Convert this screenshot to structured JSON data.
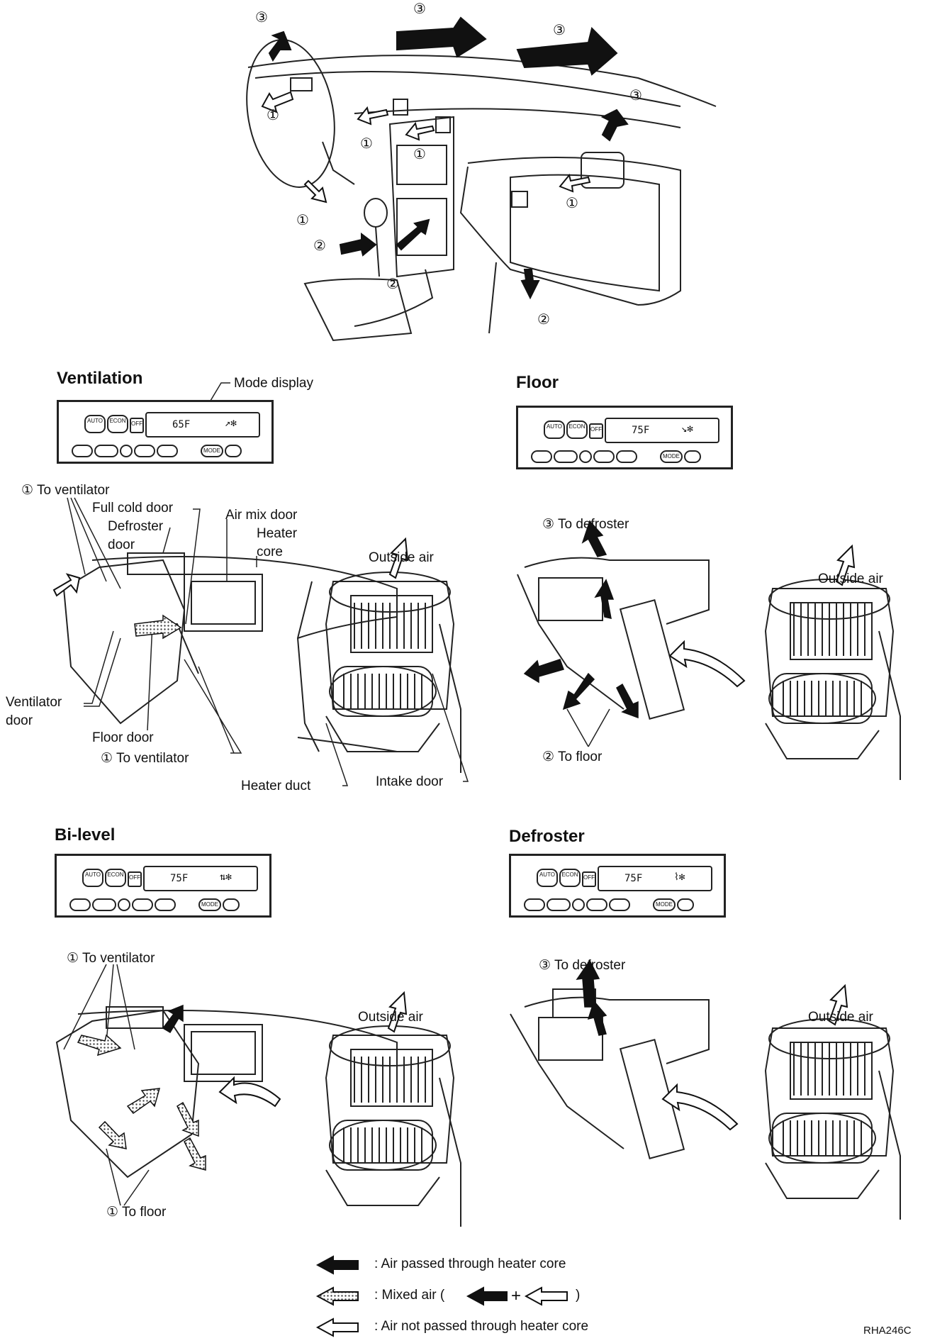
{
  "dashboard": {
    "callouts": [
      "③",
      "③",
      "③",
      "③",
      "①",
      "①",
      "①",
      "①",
      "①",
      "②",
      "②",
      "②"
    ]
  },
  "ventilation": {
    "title": "Ventilation",
    "mode_display": "Mode display",
    "panel": {
      "buttons_top": [
        "AUTO",
        "ECON",
        "OFF"
      ],
      "temp": "65F",
      "buttons_bottom": [
        "",
        "",
        "",
        "",
        "",
        "MODE",
        ""
      ]
    },
    "labels": {
      "to_ventilator_top": "① To ventilator",
      "full_cold_door": "Full cold door",
      "defroster": "Defroster",
      "door": "door",
      "air_mix_door": "Air mix door",
      "heater": "Heater",
      "core": "core",
      "outside_air": "Outside air",
      "ventilator": "Ventilator",
      "floor_door": "Floor door",
      "to_ventilator_bottom": "① To ventilator",
      "heater_duct": "Heater duct",
      "intake_door": "Intake door"
    }
  },
  "floor": {
    "title": "Floor",
    "panel": {
      "buttons_top": [
        "AUTO",
        "ECON",
        "OFF"
      ],
      "temp": "75F",
      "buttons_bottom": [
        "",
        "",
        "",
        "",
        "",
        "MODE",
        ""
      ]
    },
    "labels": {
      "to_defroster": "③ To defroster",
      "outside_air": "Outside air",
      "to_floor": "② To floor"
    }
  },
  "bilevel": {
    "title": "Bi-level",
    "panel": {
      "buttons_top": [
        "AUTO",
        "ECON",
        "OFF"
      ],
      "temp": "75F",
      "buttons_bottom": [
        "",
        "",
        "",
        "",
        "",
        "MODE",
        ""
      ]
    },
    "labels": {
      "to_ventilator": "① To ventilator",
      "outside_air": "Outside air",
      "to_floor": "① To floor"
    }
  },
  "defroster": {
    "title": "Defroster",
    "panel": {
      "buttons_top": [
        "AUTO",
        "ECON",
        "OFF"
      ],
      "temp": "75F",
      "buttons_bottom": [
        "",
        "",
        "",
        "",
        "",
        "MODE",
        ""
      ]
    },
    "labels": {
      "to_defroster": "③ To defroster",
      "outside_air": "Outside air"
    }
  },
  "legend": {
    "hot": ": Air passed through heater core",
    "mixed_prefix": ": Mixed air (",
    "mixed_suffix": ")",
    "cold": ": Air not passed through heater core"
  },
  "figure_code": "RHA246C"
}
